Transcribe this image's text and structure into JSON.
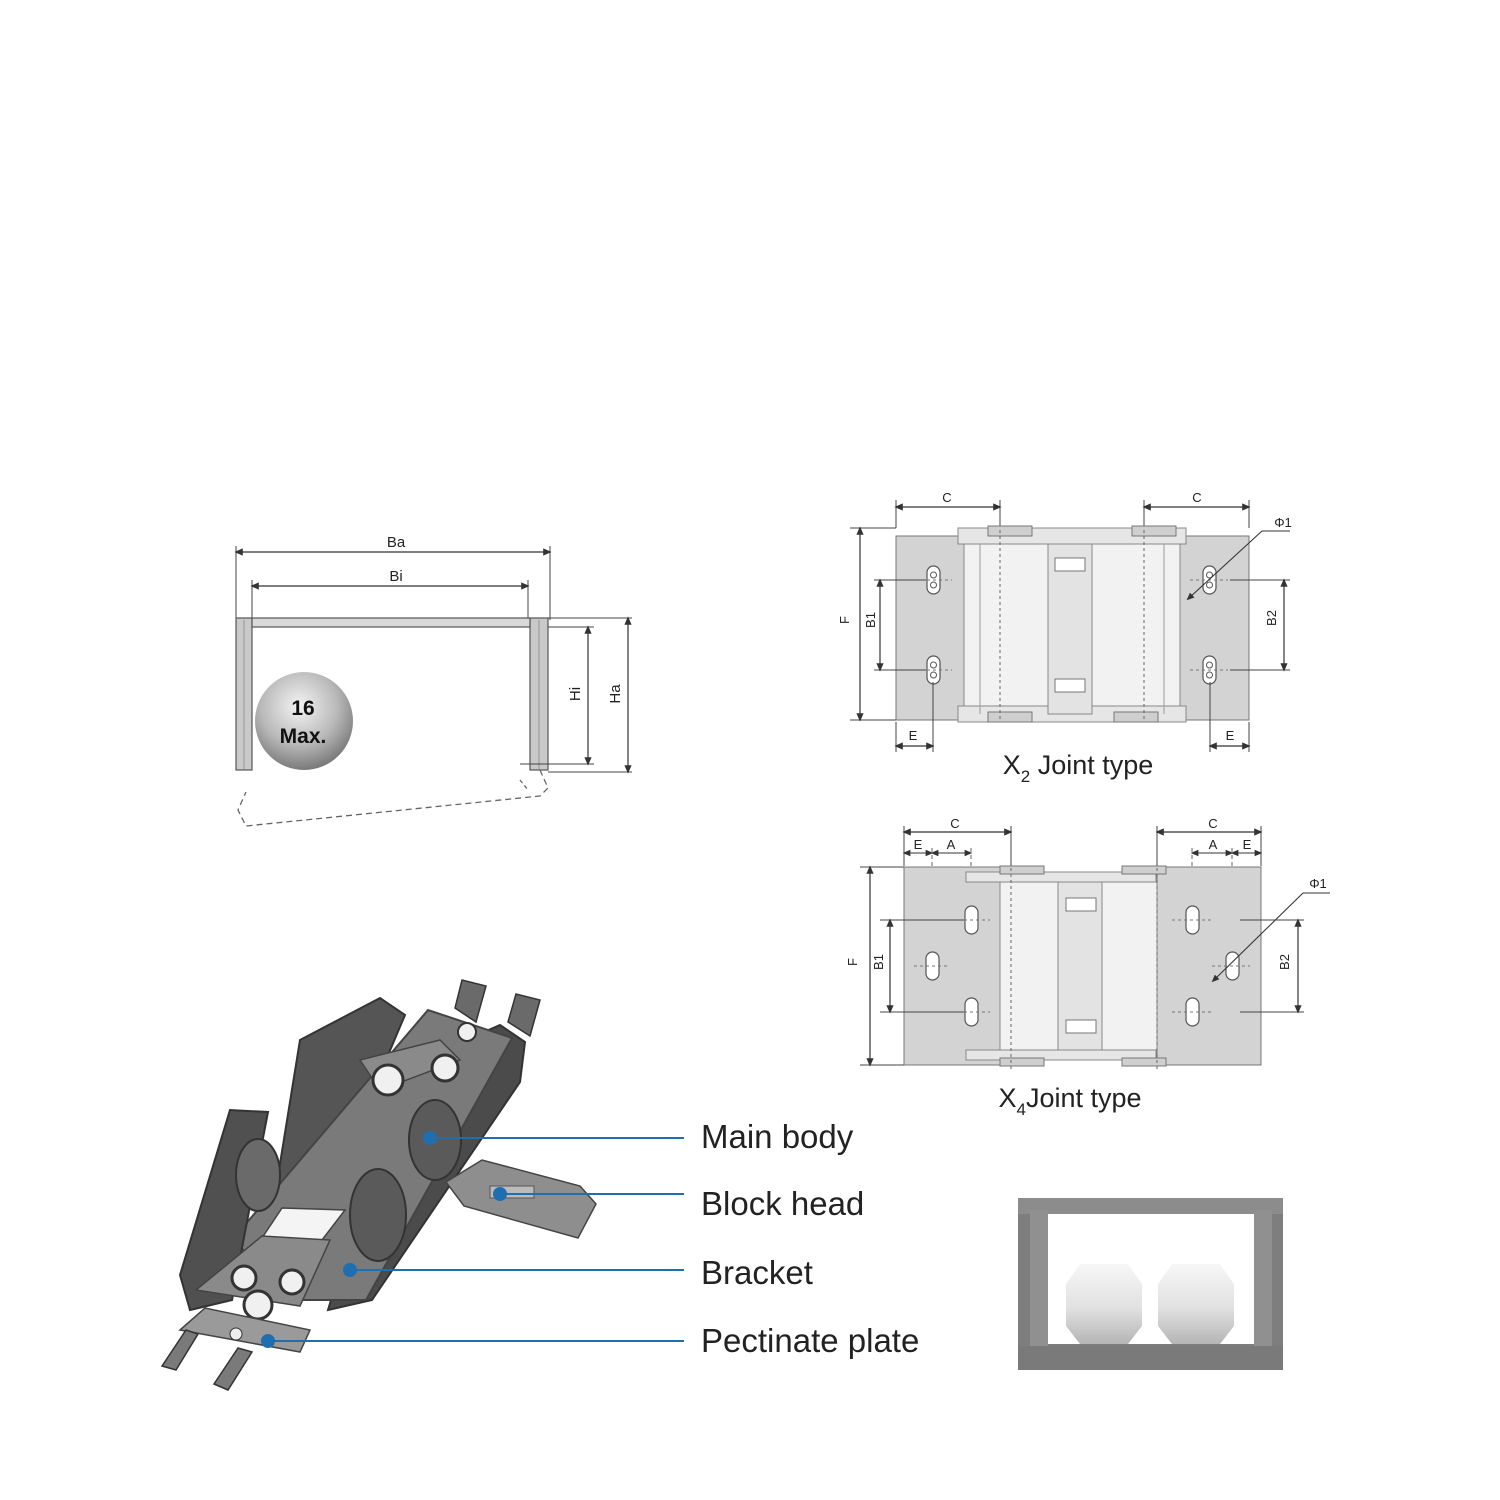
{
  "cross_section": {
    "outer_width_label": "Ba",
    "inner_width_label": "Bi",
    "inner_height_label": "Hi",
    "outer_height_label": "Ha",
    "cable_size": "16",
    "cable_max_label": "Max."
  },
  "joint_x2": {
    "caption_prefix": "X",
    "caption_subscript": "2",
    "caption_suffix": " Joint type",
    "dim_c_left": "C",
    "dim_c_right": "C",
    "dim_phi": "Φ1",
    "dim_f": "F",
    "dim_b1": "B1",
    "dim_b2": "B2",
    "dim_e_left": "E",
    "dim_e_right": "E"
  },
  "joint_x4": {
    "caption_prefix": "X",
    "caption_subscript": "4",
    "caption_suffix": "Joint type",
    "dim_c_left": "C",
    "dim_c_right": "C",
    "dim_e_left": "E",
    "dim_a_left": "A",
    "dim_a_right": "A",
    "dim_e_right": "E",
    "dim_phi": "Φ1",
    "dim_f": "F",
    "dim_b1": "B1",
    "dim_b2": "B2"
  },
  "parts": [
    {
      "label": "Main body"
    },
    {
      "label": "Block head"
    },
    {
      "label": "Bracket"
    },
    {
      "label": "Pectinate plate"
    }
  ],
  "colors": {
    "callout_line": "#1f6fb0",
    "callout_dot": "#1f6fb0",
    "part_dark": "#4a4a4a",
    "part_mid": "#6d6d6d",
    "plate_fill": "#d8d8d8"
  }
}
